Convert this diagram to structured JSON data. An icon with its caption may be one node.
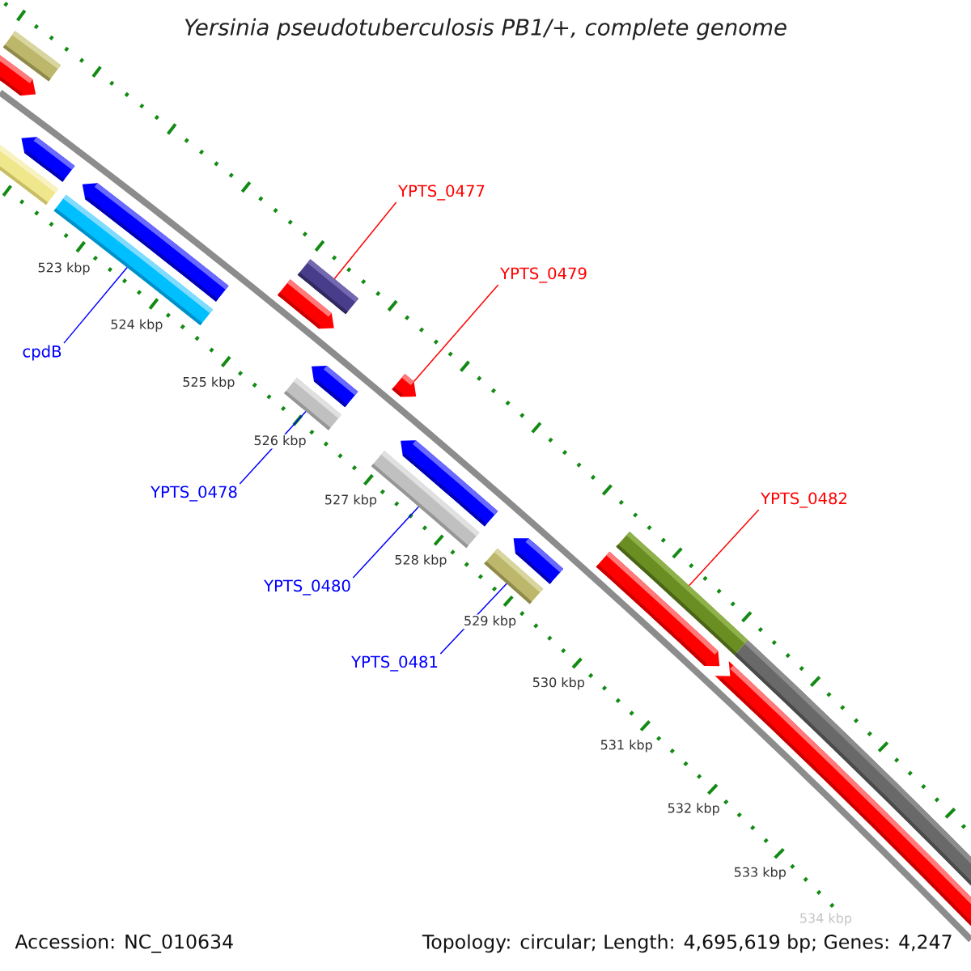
{
  "diagram": {
    "title": "Yersinia pseudotuberculosis PB1/+, complete genome",
    "nodes": [
      {
        "text": [
          "YPTS_0477"
        ]
      },
      {
        "text": [
          "YPTS_0479"
        ]
      },
      {
        "text": [
          "cpdB"
        ]
      },
      {
        "text": [
          "YPTS_0478"
        ]
      },
      {
        "text": [
          "YPTS_0482"
        ]
      },
      {
        "text": [
          "YPTS_0480"
        ]
      },
      {
        "text": [
          "YPTS_0481"
        ]
      },
      {
        "text": [],
        "shape": "arrow"
      },
      {
        "text": [],
        "shape": "bar"
      },
      {
        "text": [],
        "shape": "bar"
      },
      {
        "text": [],
        "shape": "arrow"
      },
      {
        "text": [],
        "shape": "bar"
      },
      {
        "text": [],
        "shape": "arrow"
      },
      {
        "text": [],
        "shape": "arrow"
      },
      {
        "text": [],
        "shape": "bar"
      },
      {
        "text": [],
        "shape": "bar"
      },
      {
        "text": [],
        "shape": "arrow"
      },
      {
        "text": [],
        "shape": "arrow"
      },
      {
        "text": [],
        "shape": "bar"
      },
      {
        "text": [],
        "shape": "arrow"
      },
      {
        "text": [],
        "shape": "bar"
      },
      {
        "text": [],
        "shape": "arrow"
      },
      {
        "text": [],
        "shape": "arrow"
      },
      {
        "text": [],
        "shape": "bar"
      },
      {
        "text": [],
        "shape": "bar"
      },
      {
        "text": [],
        "shape": "bar"
      }
    ],
    "edges": [
      {
        "from": 0,
        "to": 15,
        "arrow": "none",
        "color": "#ff0000"
      },
      {
        "from": 1,
        "to": 17,
        "arrow": "none",
        "color": "#ff0000"
      },
      {
        "from": 2,
        "to": 11,
        "arrow": "none"
      },
      {
        "from": 3,
        "to": 14,
        "arrow": "none"
      },
      {
        "from": 4,
        "to": 23,
        "arrow": "none",
        "color": "#ff0000"
      },
      {
        "from": 5,
        "to": 18,
        "arrow": "none"
      },
      {
        "from": 6,
        "to": 20,
        "arrow": "none"
      }
    ],
    "labels": [
      "523 kbp",
      "524 kbp",
      "525 kbp",
      "526 kbp",
      "527 kbp",
      "528 kbp",
      "529 kbp",
      "530 kbp",
      "531 kbp",
      "532 kbp",
      "533 kbp",
      "534 kbp",
      "Accession: NC_010634",
      "Topology: circular; Length: 4,695,619 bp; Genes: 4,247"
    ]
  }
}
